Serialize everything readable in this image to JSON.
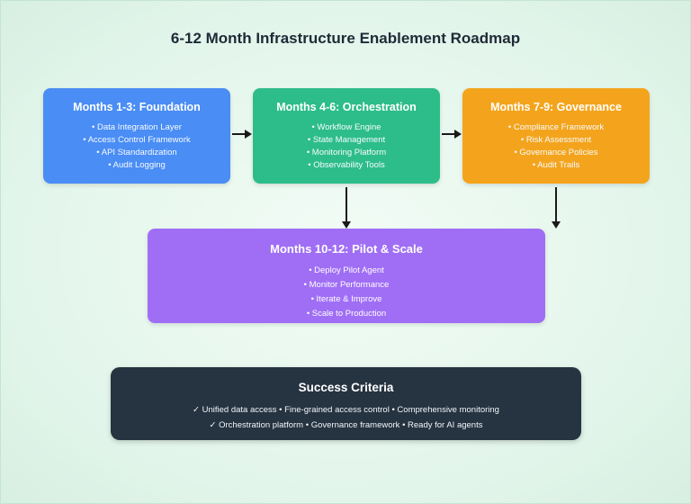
{
  "title": "6-12 Month Infrastructure Enablement Roadmap",
  "arrow_color": "#1a1a1a",
  "phases": [
    {
      "title": "Months 1-3: Foundation",
      "color": "#4a8df5",
      "items": [
        "Data Integration Layer",
        "Access Control Framework",
        "API Standardization",
        "Audit Logging"
      ]
    },
    {
      "title": "Months 4-6: Orchestration",
      "color": "#2dbd8a",
      "items": [
        "Workflow Engine",
        "State Management",
        "Monitoring Platform",
        "Observability Tools"
      ]
    },
    {
      "title": "Months 7-9: Governance",
      "color": "#f4a41c",
      "items": [
        "Compliance Framework",
        "Risk Assessment",
        "Governance Policies",
        "Audit Trails"
      ]
    }
  ],
  "pilot": {
    "title": "Months 10-12: Pilot & Scale",
    "color": "#a06ef5",
    "items": [
      "Deploy Pilot Agent",
      "Monitor Performance",
      "Iterate & Improve",
      "Scale to Production"
    ]
  },
  "success": {
    "title": "Success Criteria",
    "color": "#263340",
    "lines": [
      "✓ Unified data access • Fine-grained access control • Comprehensive monitoring",
      "✓ Orchestration platform • Governance framework • Ready for AI agents"
    ]
  }
}
